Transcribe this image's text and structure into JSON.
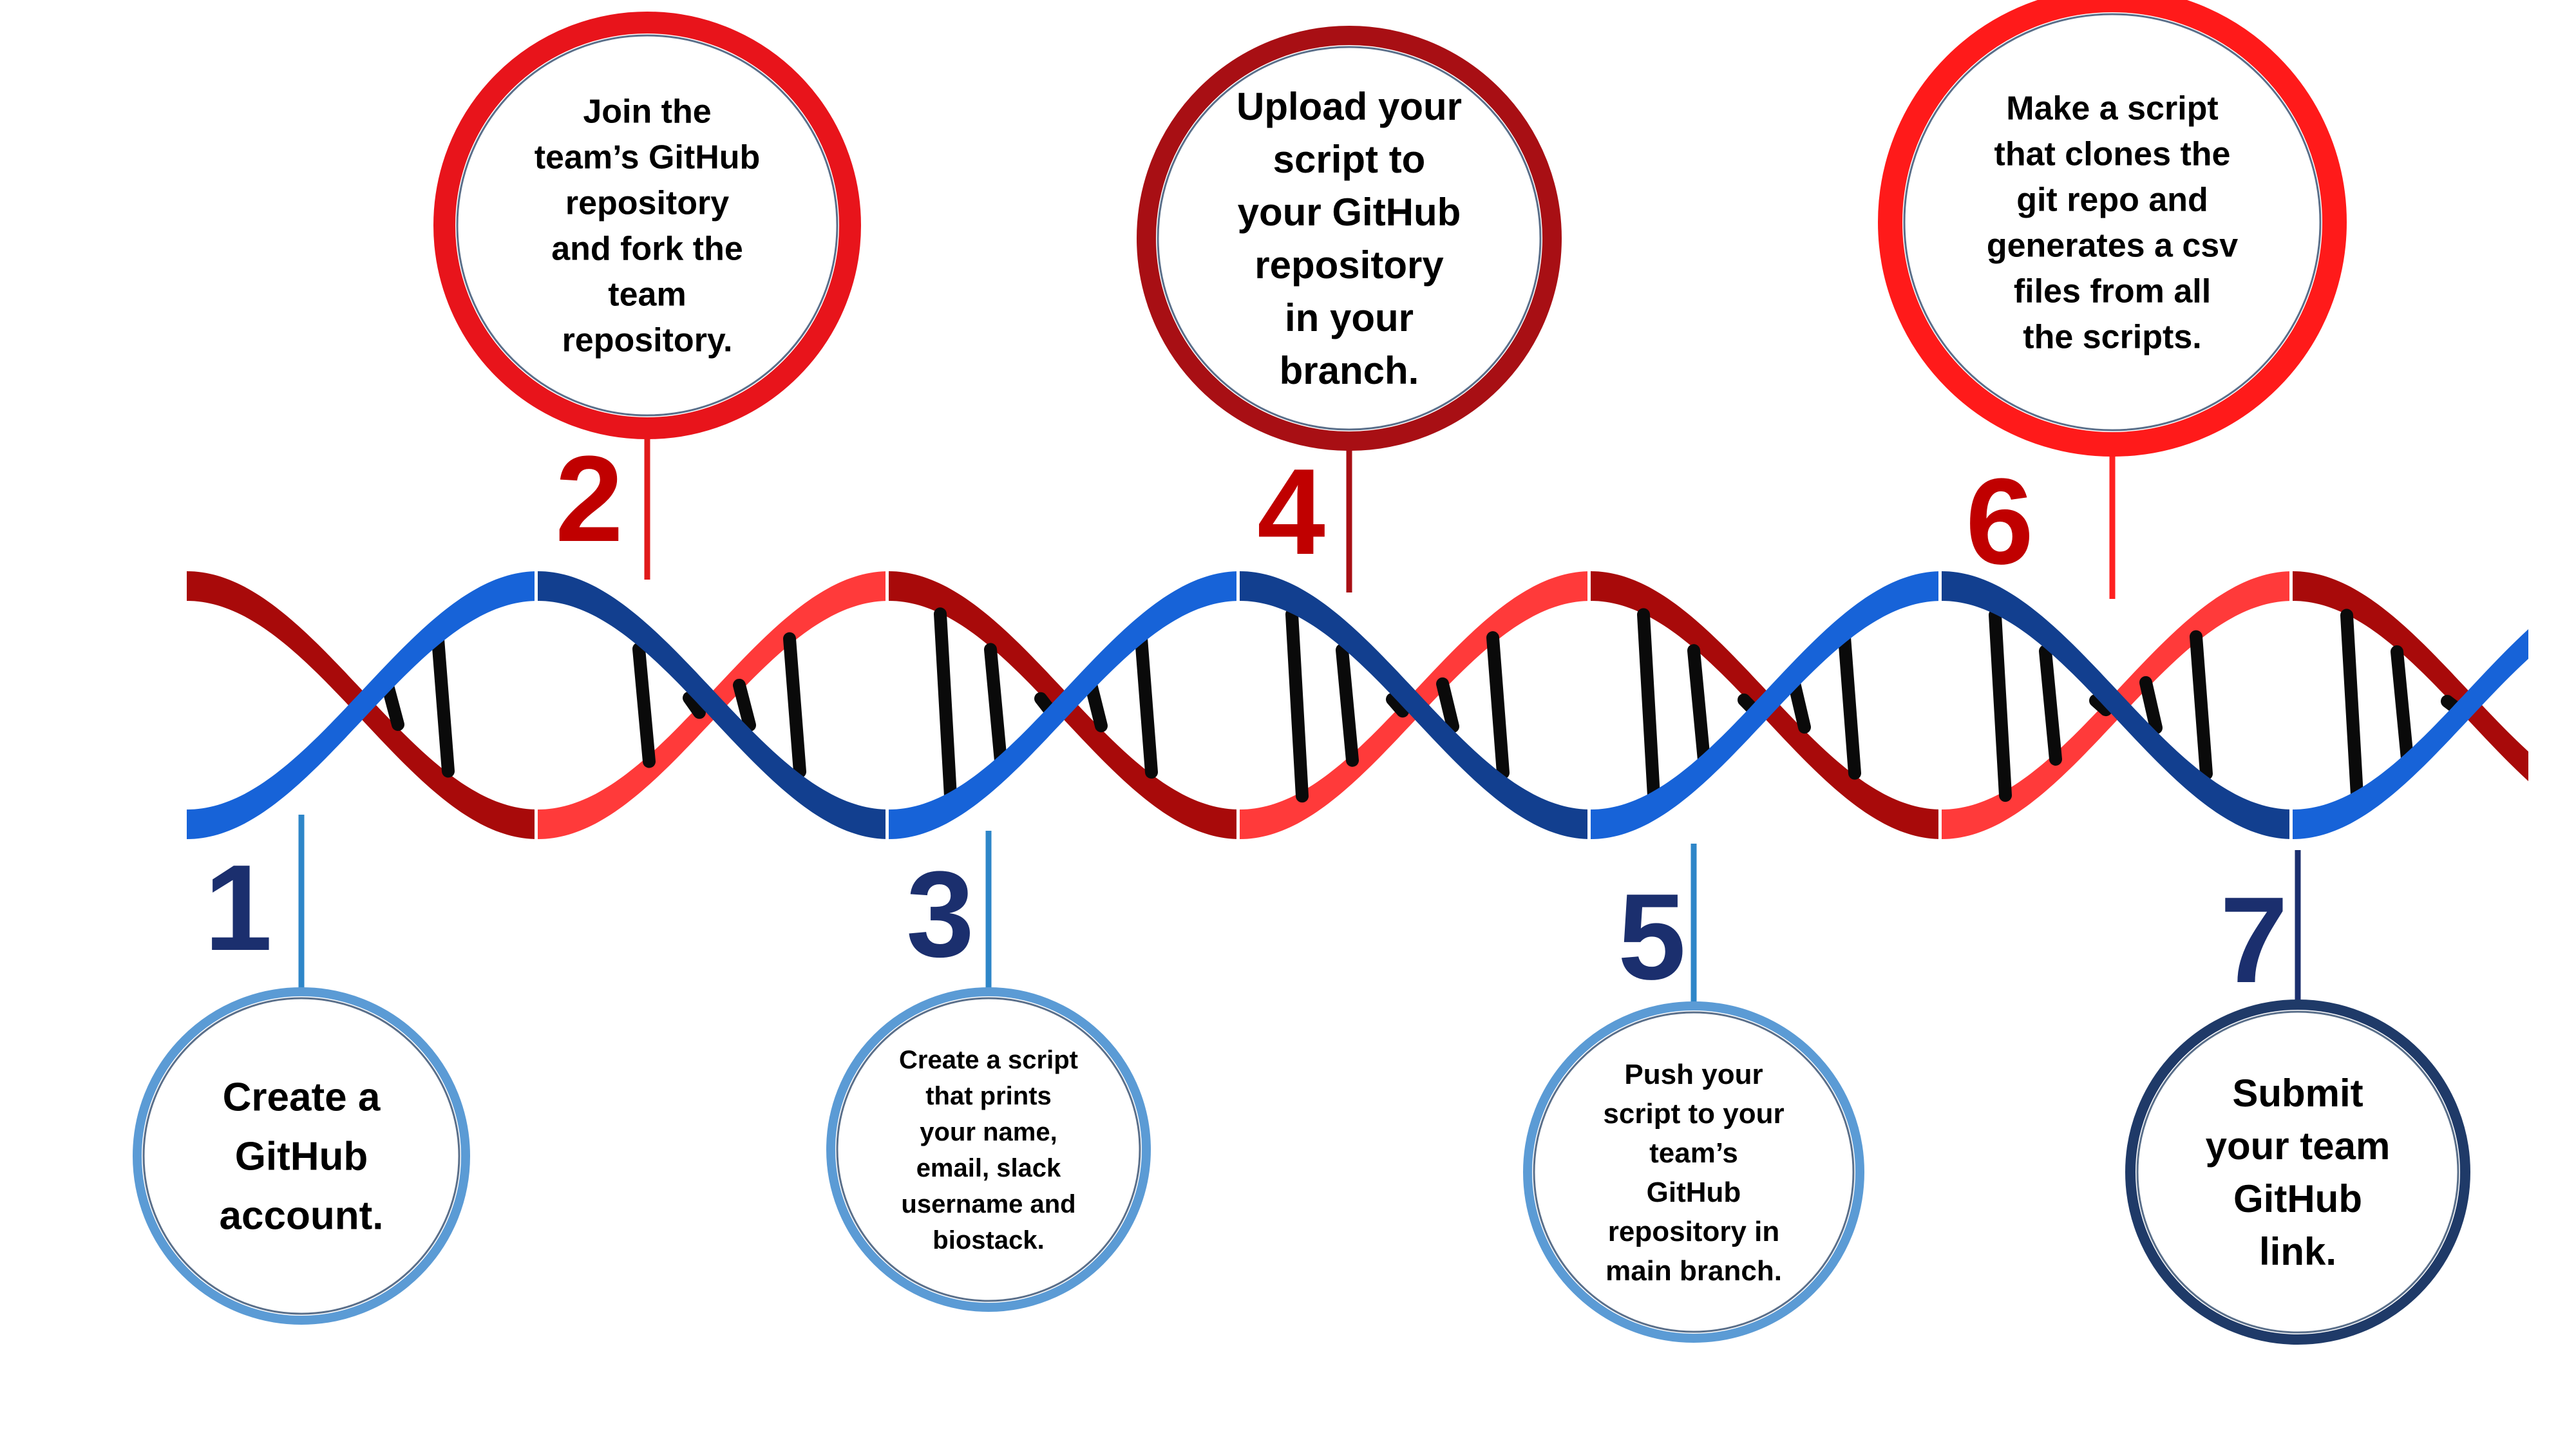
{
  "steps": [
    {
      "number": "1",
      "number_color": "#1b2f6e",
      "ring_color": "#5b9bd5",
      "ring_inner": "#6fa7dc",
      "connector_color": "#2e86c8",
      "lines": [
        "Create a",
        "GitHub",
        "account."
      ]
    },
    {
      "number": "2",
      "number_color": "#c00000",
      "ring_color": "#e8141b",
      "ring_inner": "#ff2a2a",
      "connector_color": "#e01a1a",
      "lines": [
        "Join the",
        "team’s GitHub",
        "repository",
        "and fork the",
        "team",
        "repository."
      ]
    },
    {
      "number": "3",
      "number_color": "#1b2f6e",
      "ring_color": "#5b9bd5",
      "ring_inner": "#6fa7dc",
      "connector_color": "#2e86c8",
      "lines": [
        "Create a script",
        "that prints",
        "your name,",
        "email, slack",
        "username and",
        "biostack."
      ]
    },
    {
      "number": "4",
      "number_color": "#c00000",
      "ring_color": "#a80f14",
      "ring_inner": "#c8161c",
      "connector_color": "#a80f14",
      "lines": [
        "Upload your",
        "script to",
        "your GitHub",
        "repository",
        "in your",
        "branch."
      ]
    },
    {
      "number": "5",
      "number_color": "#1b2f6e",
      "ring_color": "#5b9bd5",
      "ring_inner": "#6fa7dc",
      "connector_color": "#2e86c8",
      "lines": [
        "Push your",
        "script to your",
        "team’s",
        "GitHub",
        "repository in",
        "main branch."
      ]
    },
    {
      "number": "6",
      "number_color": "#c00000",
      "ring_color": "#ff1a1a",
      "ring_inner": "#ff3030",
      "connector_color": "#ff2020",
      "lines": [
        "Make a script",
        "that clones the",
        "git repo and",
        "generates a csv",
        "files from all",
        "the scripts."
      ]
    },
    {
      "number": "7",
      "number_color": "#1b2f6e",
      "ring_color": "#1f3a68",
      "ring_inner": "#2a4a80",
      "connector_color": "#1b2f6e",
      "lines": [
        "Submit",
        "your team",
        "GitHub",
        "link."
      ]
    }
  ],
  "helix": {
    "blue_light": "#1763d8",
    "blue_dark": "#123f8f",
    "red_light": "#ff3a3a",
    "red_dark": "#a80a0a",
    "rung_color": "#0a0a0a"
  }
}
